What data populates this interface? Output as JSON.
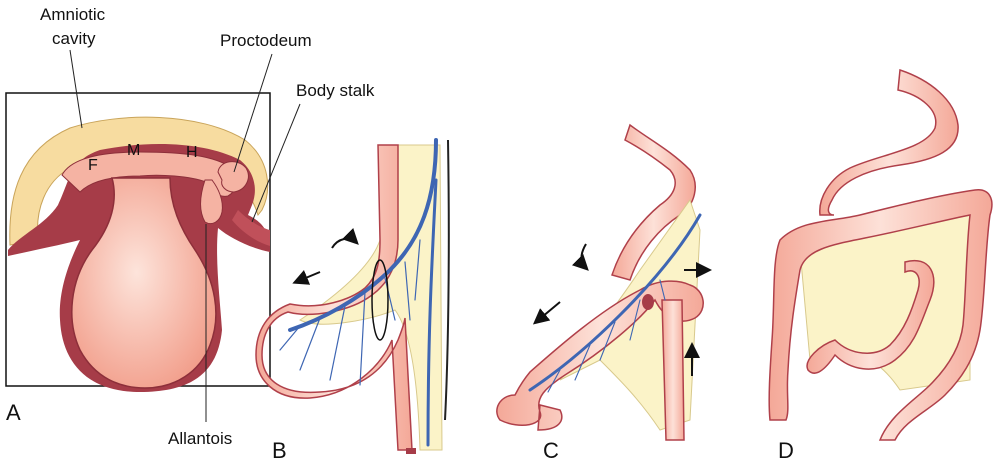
{
  "labels": {
    "amniotic_cavity_line1": "Amniotic",
    "amniotic_cavity_line2": "cavity",
    "proctodeum": "Proctodeum",
    "body_stalk": "Body stalk",
    "allantois": "Allantois",
    "foregut": "F",
    "midgut": "M",
    "hindgut": "H"
  },
  "panels": [
    "A",
    "B",
    "C",
    "D"
  ],
  "colors": {
    "gut_fill": "#f5b3a3",
    "gut_highlight": "#fde4db",
    "gut_outline": "#b0404a",
    "mesentery": "#fbf3c8",
    "amnion": "#f7dca0",
    "vessel": "#3e66b3",
    "dark_wall": "#a63c48"
  }
}
